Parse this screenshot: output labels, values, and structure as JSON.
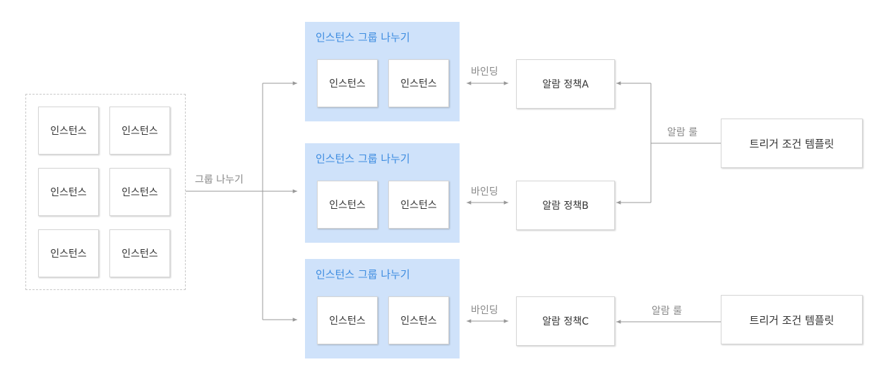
{
  "source": {
    "instances": [
      "인스턴스",
      "인스턴스",
      "인스턴스",
      "인스턴스",
      "인스턴스",
      "인스턴스"
    ]
  },
  "group_label": "그룹 나누기",
  "groups": [
    {
      "title": "인스턴스 그룹 나누기",
      "instances": [
        "인스턴스",
        "인스턴스"
      ],
      "binding": "바인딩",
      "policy": "알람 정책A"
    },
    {
      "title": "인스턴스 그룹 나누기",
      "instances": [
        "인스턴스",
        "인스턴스"
      ],
      "binding": "바인딩",
      "policy": "알람 정책B"
    },
    {
      "title": "인스턴스 그룹 나누기",
      "instances": [
        "인스턴스",
        "인스턴스"
      ],
      "binding": "바인딩",
      "policy": "알람 정책C"
    }
  ],
  "templates": [
    {
      "label": "트리거 조건 템플릿",
      "rule_label": "알람 룰"
    },
    {
      "label": "트리거 조건 템플릿",
      "rule_label": "알람 룰"
    }
  ],
  "colors": {
    "group_bg": "#cfe2fa",
    "group_title": "#3d8ce0",
    "line": "#999999"
  }
}
